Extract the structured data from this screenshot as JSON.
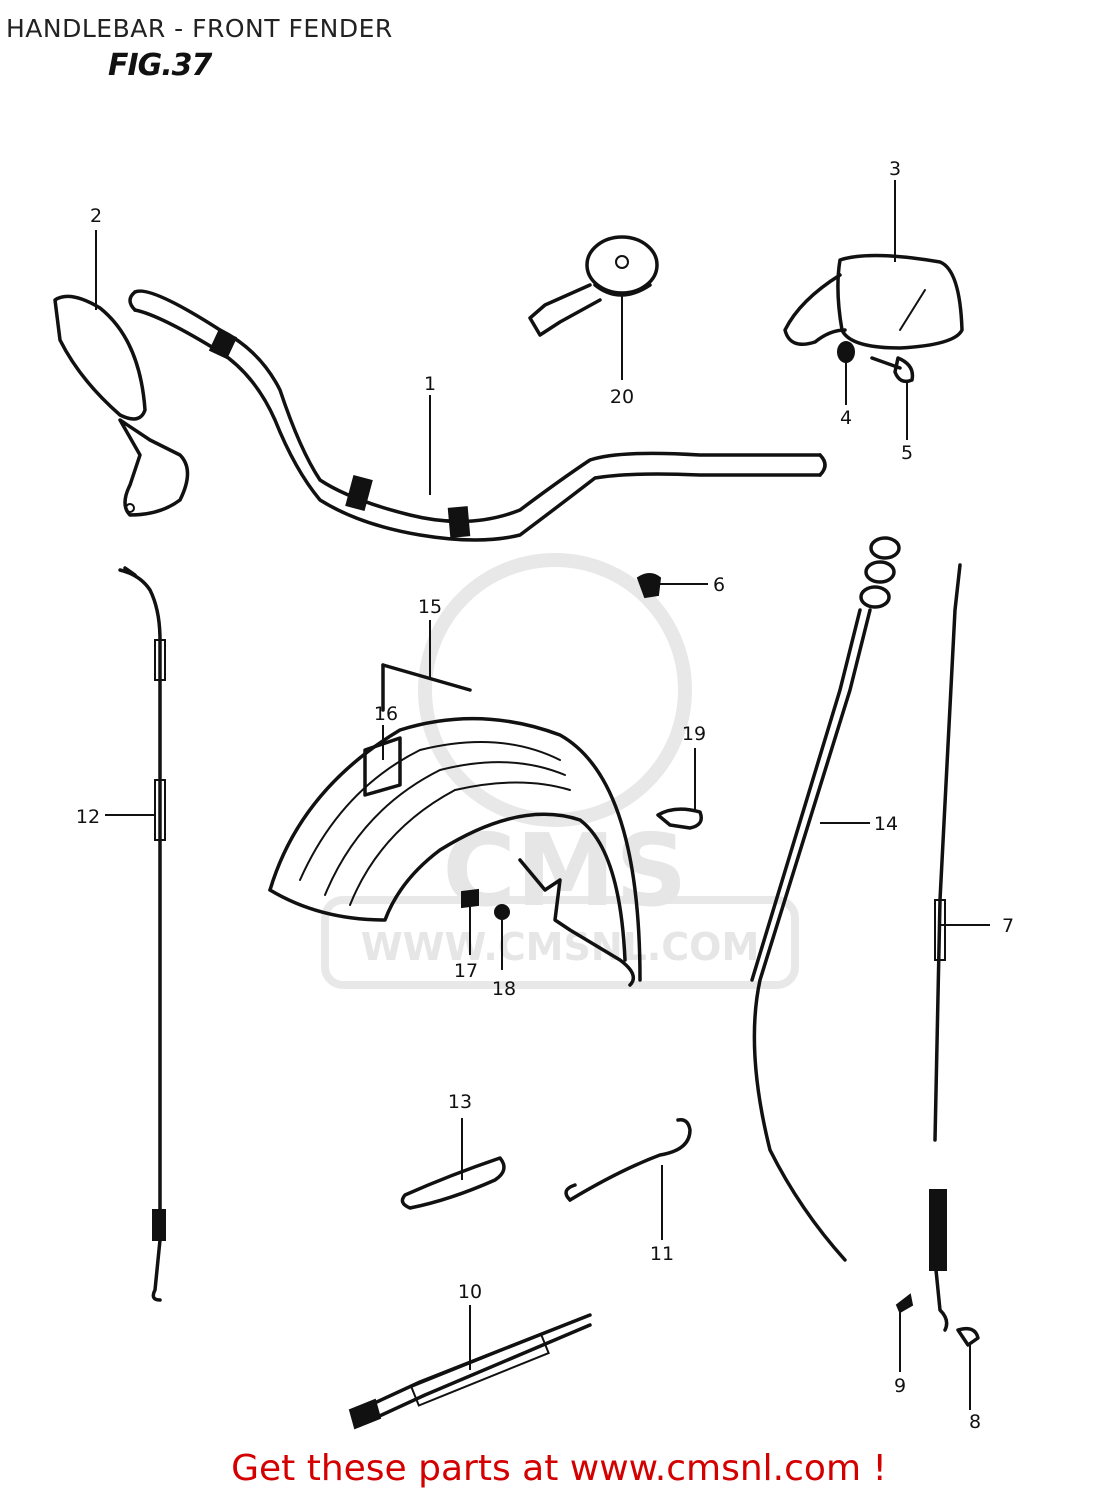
{
  "header": {
    "title": "HANDLEBAR - FRONT FENDER",
    "figure": "FIG.37"
  },
  "watermark": {
    "brand": "CMS",
    "url": "WWW.CMSNL.COM"
  },
  "callouts": {
    "p1": "1",
    "p2": "2",
    "p3": "3",
    "p4": "4",
    "p5": "5",
    "p6": "6",
    "p7": "7",
    "p8": "8",
    "p9": "9",
    "p10": "10",
    "p11": "11",
    "p12": "12",
    "p13": "13",
    "p14": "14",
    "p15": "15",
    "p16": "16",
    "p17": "17",
    "p18": "18",
    "p19": "19",
    "p20": "20"
  },
  "footer": {
    "link_text": "Get these parts at www.cmsnl.com !"
  }
}
